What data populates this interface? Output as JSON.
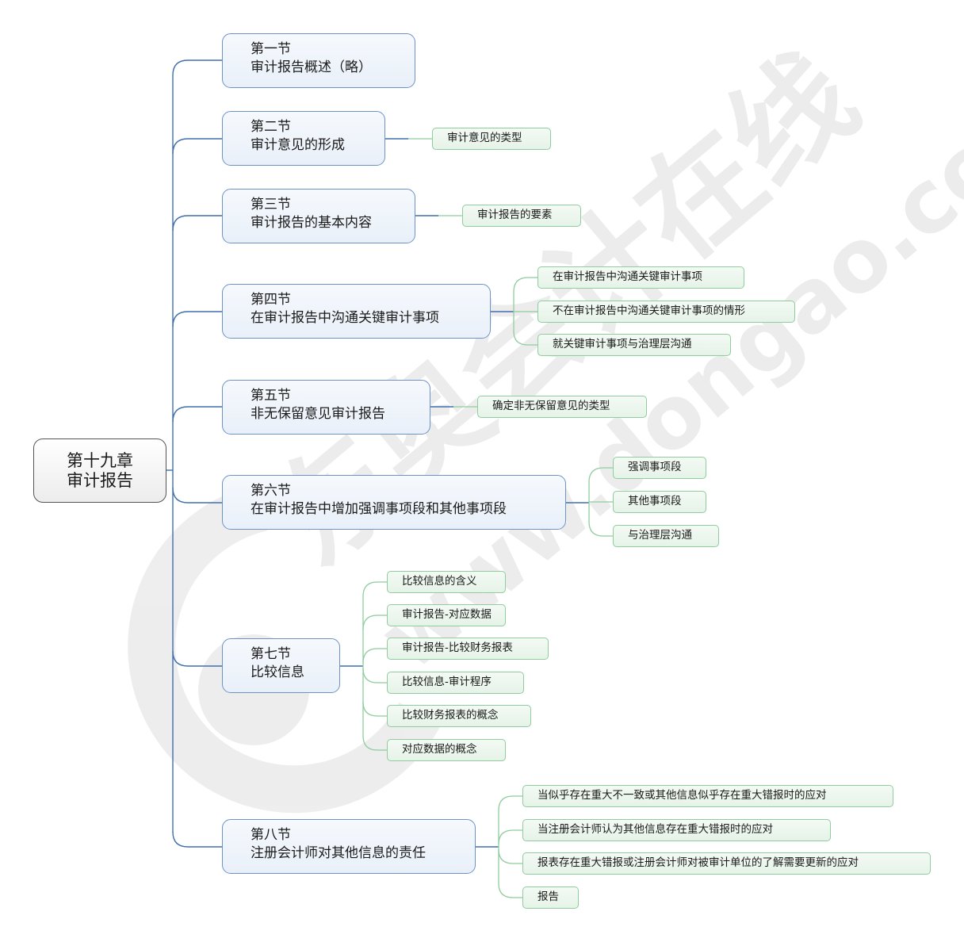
{
  "root": {
    "line1": "第十九章",
    "line2": "审计报告"
  },
  "sections": [
    {
      "title": "第一节",
      "subtitle": "审计报告概述（略）",
      "children": []
    },
    {
      "title": "第二节",
      "subtitle": "审计意见的形成",
      "children": [
        "审计意见的类型"
      ]
    },
    {
      "title": "第三节",
      "subtitle": "审计报告的基本内容",
      "children": [
        "审计报告的要素"
      ]
    },
    {
      "title": "第四节",
      "subtitle": "在审计报告中沟通关键审计事项",
      "children": [
        "在审计报告中沟通关键审计事项",
        "不在审计报告中沟通关键审计事项的情形",
        "就关键审计事项与治理层沟通"
      ]
    },
    {
      "title": "第五节",
      "subtitle": "非无保留意见审计报告",
      "children": [
        "确定非无保留意见的类型"
      ]
    },
    {
      "title": "第六节",
      "subtitle": "在审计报告中增加强调事项段和其他事项段",
      "children": [
        "强调事项段",
        "其他事项段",
        "与治理层沟通"
      ]
    },
    {
      "title": "第七节",
      "subtitle": "比较信息",
      "children": [
        "比较信息的含义",
        "审计报告-对应数据",
        "审计报告-比较财务报表",
        "比较信息-审计程序",
        "比较财务报表的概念",
        "对应数据的概念"
      ]
    },
    {
      "title": "第八节",
      "subtitle": "注册会计师对其他信息的责任",
      "children": [
        "当似乎存在重大不一致或其他信息似乎存在重大错报时的应对",
        "当注册会计师认为其他信息存在重大错报时的应对",
        "报表存在重大错报或注册会计师对被审计单位的了解需要更新的应对",
        "报告"
      ]
    }
  ],
  "watermark": {
    "brand": "东奥会计在线",
    "url": "www.dongao.com"
  },
  "colors": {
    "trunk": "#3e6fae",
    "sectionBorder": "#6d93c4",
    "leafBorder": "#8fcc9e",
    "leafLine": "#8fcc9e"
  }
}
